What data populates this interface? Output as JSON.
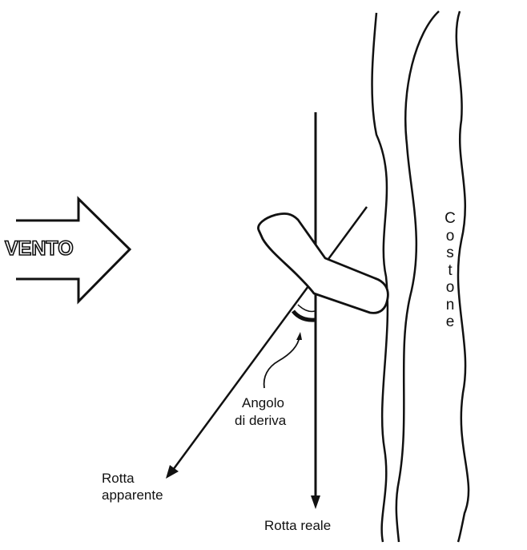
{
  "wind": {
    "label": "VENTO"
  },
  "ridge": {
    "label": "Costone"
  },
  "drift_angle": {
    "line1": "Angolo",
    "line2": "di deriva"
  },
  "apparent_course": {
    "line1": "Rotta",
    "line2": "apparente"
  },
  "true_course": {
    "label": "Rotta reale"
  },
  "colors": {
    "ink": "#111111",
    "background": "#ffffff"
  }
}
